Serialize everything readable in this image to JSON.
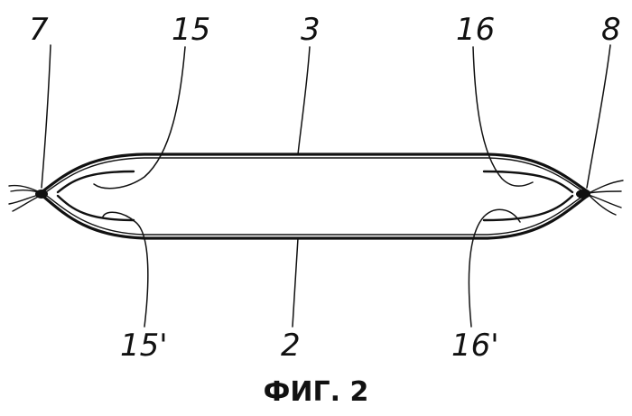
{
  "figure": {
    "caption": "ФИГ. 2",
    "labels": {
      "end_left": "7",
      "end_right": "8",
      "top_left": "15",
      "top_right": "16",
      "top_center": "3",
      "bottom_left": "15'",
      "bottom_right": "16'",
      "bottom_center": "2"
    }
  },
  "colors": {
    "ink": "#111111",
    "background": "#ffffff"
  }
}
